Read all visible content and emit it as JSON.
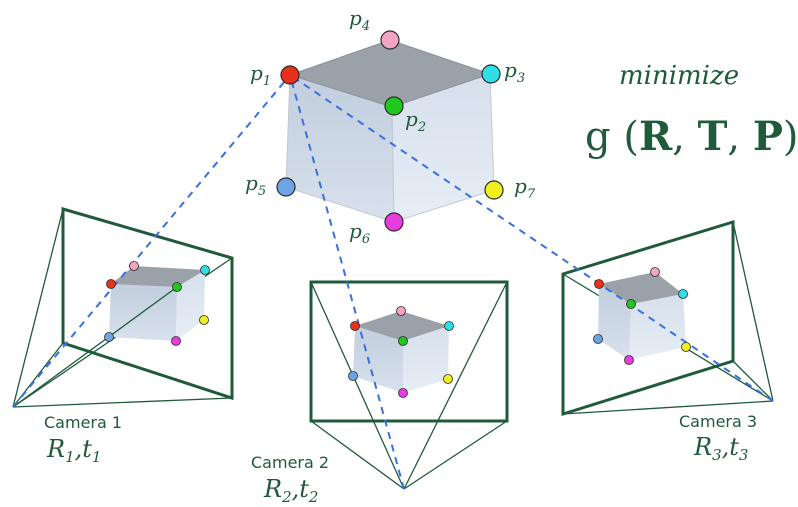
{
  "objective": {
    "minimize_label": "minimize",
    "func": "g",
    "args": [
      "R",
      "T",
      "P"
    ]
  },
  "points": [
    {
      "id": "p1",
      "base": "p",
      "sub": "1",
      "color": "#e8301c"
    },
    {
      "id": "p2",
      "base": "p",
      "sub": "2",
      "color": "#1ec81e"
    },
    {
      "id": "p3",
      "base": "p",
      "sub": "3",
      "color": "#2ee0e6"
    },
    {
      "id": "p4",
      "base": "p",
      "sub": "4",
      "color": "#f2a4c0"
    },
    {
      "id": "p5",
      "base": "p",
      "sub": "5",
      "color": "#6fa4e4"
    },
    {
      "id": "p6",
      "base": "p",
      "sub": "6",
      "color": "#e83ce0"
    },
    {
      "id": "p7",
      "base": "p",
      "sub": "7",
      "color": "#f0f020"
    }
  ],
  "cameras": [
    {
      "title": "Camera 1",
      "R": "R",
      "R_sub": "1",
      "t": "t",
      "t_sub": "1"
    },
    {
      "title": "Camera 2",
      "R": "R",
      "R_sub": "2",
      "t": "t",
      "t_sub": "2"
    },
    {
      "title": "Camera 3",
      "R": "R",
      "R_sub": "3",
      "t": "t",
      "t_sub": "3"
    }
  ],
  "colors": {
    "ink": "#1f5a3a",
    "frame": "#1f5a3a",
    "ray": "#3a6fe0",
    "cube_top": "#9aa0a8",
    "cube_left": "#c9d3e0",
    "cube_right": "#dde5ef"
  }
}
